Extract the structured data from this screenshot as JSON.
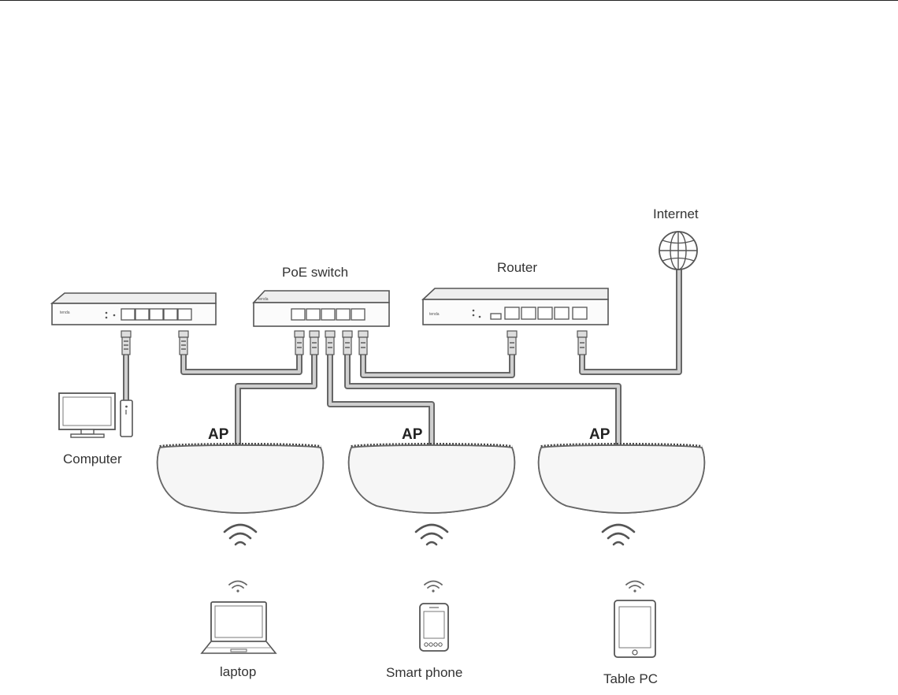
{
  "labels": {
    "internet": "Internet",
    "poe_switch": "PoE  switch",
    "router": "Router",
    "computer": "Computer",
    "ap_1": "AP",
    "ap_2": "AP",
    "ap_3": "AP",
    "laptop": "laptop",
    "smart_phone": "Smart  phone",
    "table_pc": "Table  PC"
  },
  "devices": {
    "switch_left_brand": "tenda",
    "poe_switch_brand": "tenda",
    "router_brand": "tenda"
  },
  "icons": {
    "internet": "globe-icon",
    "wifi": "wifi-signal-icon",
    "computer": "desktop-computer-icon",
    "laptop": "laptop-icon",
    "phone": "smartphone-icon",
    "tablet": "tablet-icon"
  }
}
